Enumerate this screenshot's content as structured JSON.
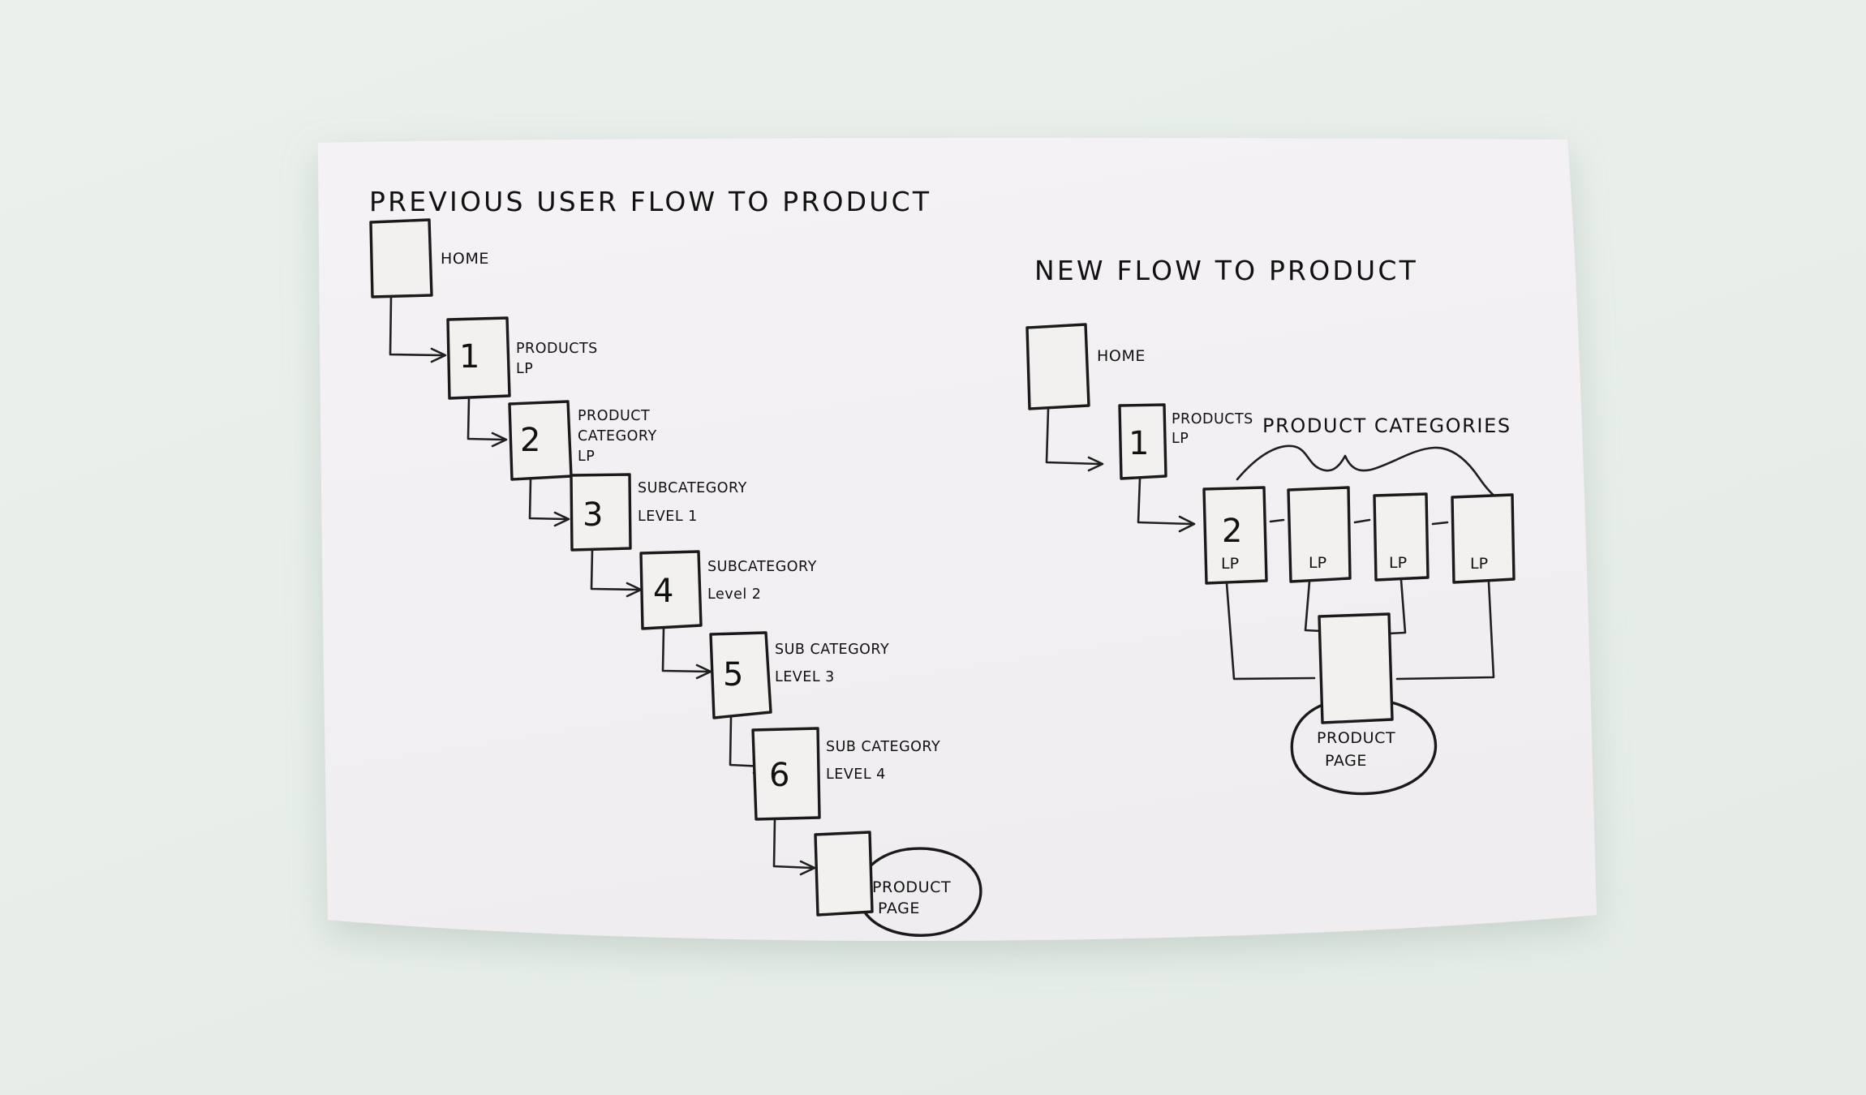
{
  "canvas": {
    "background_color": "#e8eeea",
    "paper_color": "#f3f1f3",
    "ink_color": "#1a1a1a"
  },
  "left_flow": {
    "title": "PREVIOUS USER FLOW TO PRODUCT",
    "start": {
      "label": "HOME"
    },
    "steps": [
      {
        "number": "1",
        "label_line1": "PRODUCTS",
        "label_line2": "LP"
      },
      {
        "number": "2",
        "label_line1": "PRODUCT",
        "label_line2": "CATEGORY",
        "label_line3": "LP"
      },
      {
        "number": "3",
        "label_line1": "SUBCATEGORY",
        "label_line2": "LEVEL 1"
      },
      {
        "number": "4",
        "label_line1": "SUBCATEGORY",
        "label_line2": "Level 2"
      },
      {
        "number": "5",
        "label_line1": "SUB CATEGORY",
        "label_line2": "LEVEL 3"
      },
      {
        "number": "6",
        "label_line1": "SUB CATEGORY",
        "label_line2": "LEVEL 4"
      }
    ],
    "end": {
      "bubble_line1": "PRODUCT",
      "bubble_line2": "PAGE"
    }
  },
  "right_flow": {
    "title": "NEW FLOW TO PRODUCT",
    "start": {
      "label": "HOME"
    },
    "step_one": {
      "number": "1",
      "label_line1": "PRODUCTS",
      "label_line2": "LP"
    },
    "categories_label": "PRODUCT CATEGORIES",
    "categories": [
      {
        "number": "2",
        "lp": "LP"
      },
      {
        "number": "",
        "lp": "LP"
      },
      {
        "number": "",
        "lp": "LP"
      },
      {
        "number": "",
        "lp": "LP"
      }
    ],
    "end": {
      "bubble_line1": "PRODUCT",
      "bubble_line2": "PAGE"
    }
  }
}
